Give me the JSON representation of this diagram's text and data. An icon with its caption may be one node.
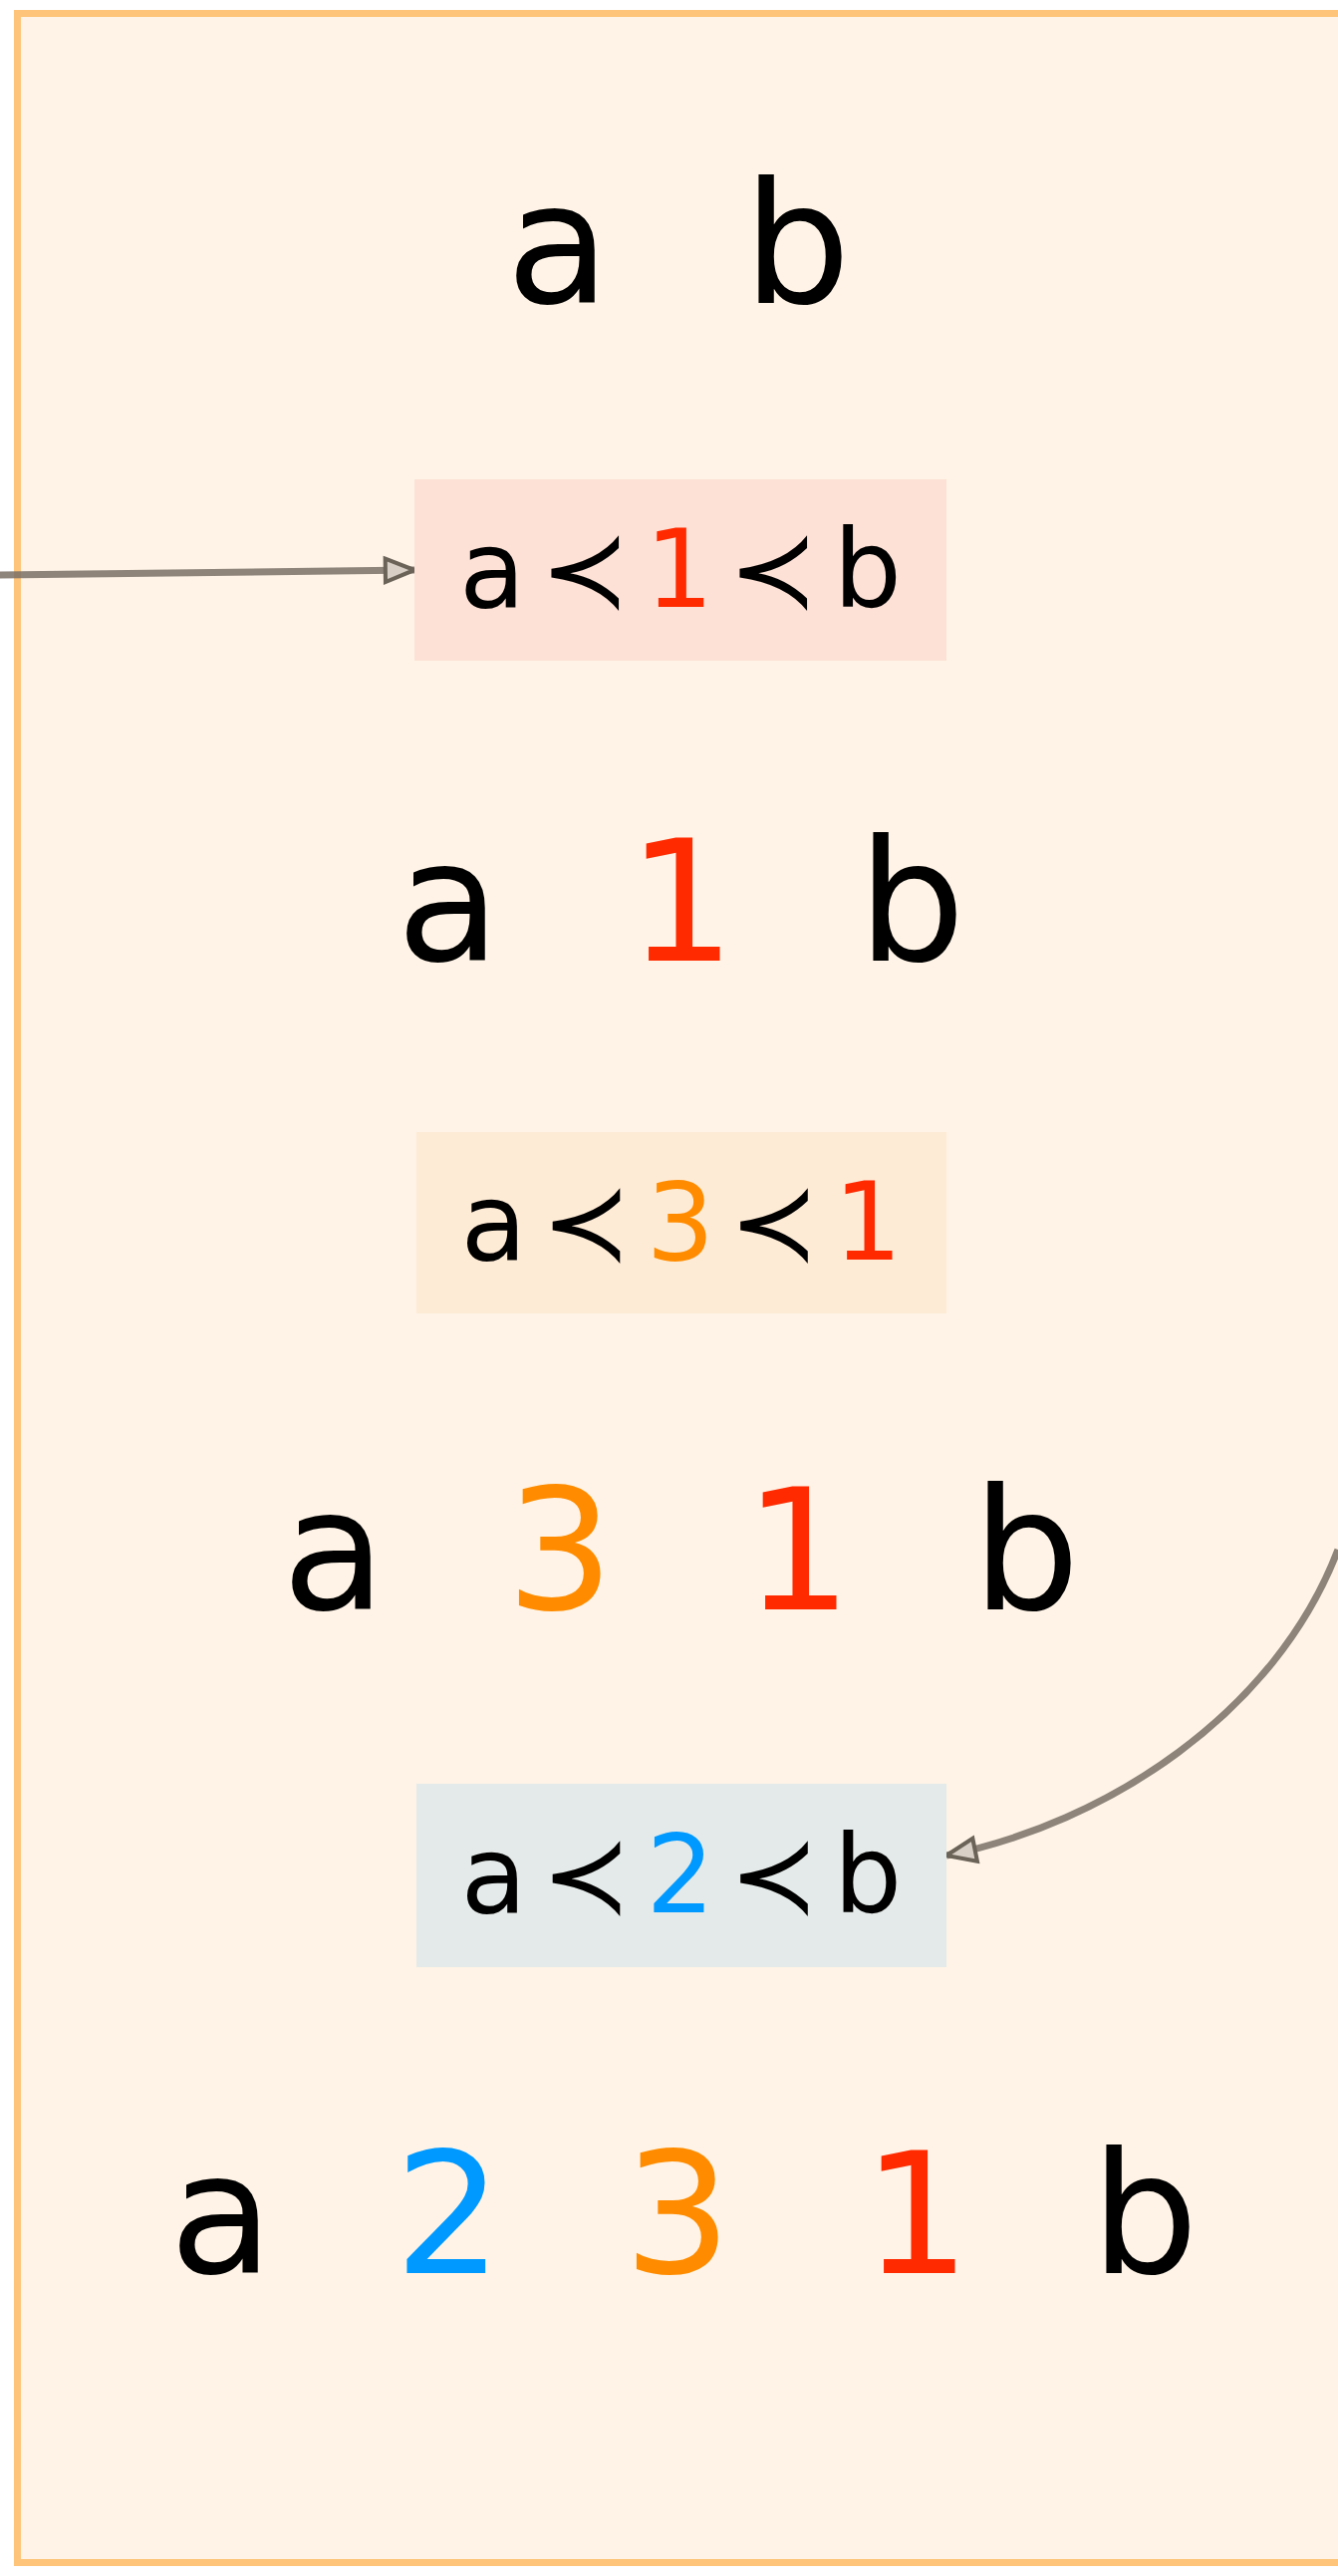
{
  "diagram": {
    "nodes": [
      {
        "text": [
          "a",
          "≺",
          "1",
          "≺",
          "b"
        ]
      },
      {
        "text": [
          "a",
          "≺",
          "3",
          "≺",
          "1"
        ]
      },
      {
        "text": [
          "a",
          "≺",
          "2",
          "≺",
          "b"
        ]
      }
    ],
    "edges": [
      {
        "from": null,
        "to": 0,
        "arrow": "to"
      },
      {
        "from": null,
        "to": 2,
        "arrow": "to"
      }
    ],
    "labels": [
      "a",
      "b",
      "a",
      "1",
      "b",
      "a",
      "3",
      "1",
      "b",
      "a",
      "2",
      "3",
      "1",
      "b"
    ]
  }
}
